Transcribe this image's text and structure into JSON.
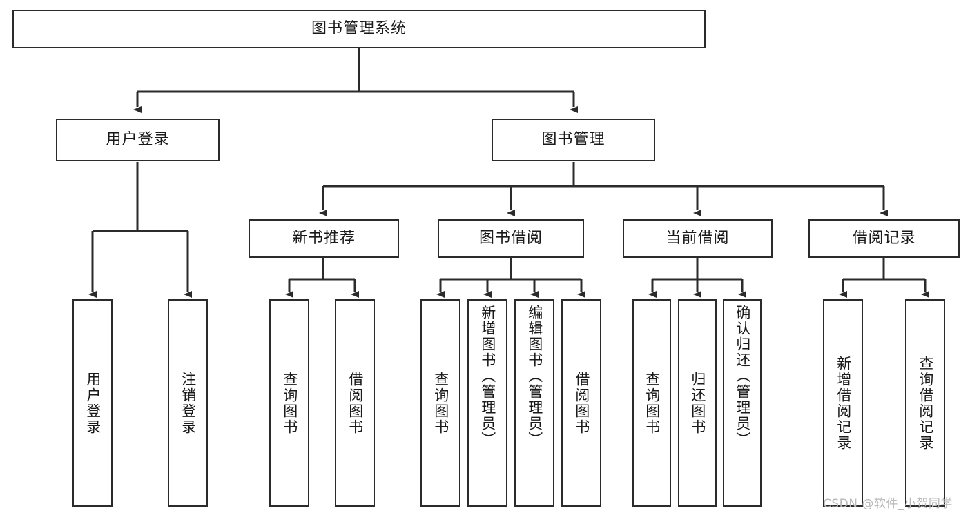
{
  "diagram": {
    "title": "图书管理系统",
    "type": "tree-hierarchy-chart",
    "background": "#ffffff",
    "line_color": "#2b2b2b",
    "text_color": "#1a1a1a"
  },
  "nodes": {
    "root": {
      "label": "图书管理系统"
    },
    "level1": [
      {
        "id": "user-login",
        "label": "用户登录"
      },
      {
        "id": "book-manage",
        "label": "图书管理"
      }
    ],
    "level2": [
      {
        "id": "new-book-recommend",
        "label": "新书推荐"
      },
      {
        "id": "book-borrow",
        "label": "图书借阅"
      },
      {
        "id": "current-borrow",
        "label": "当前借阅"
      },
      {
        "id": "borrow-record",
        "label": "借阅记录"
      }
    ],
    "leaves": {
      "user_login": [
        {
          "id": "leaf-user-login",
          "label": "用户登录"
        },
        {
          "id": "leaf-logout-login",
          "label": "注销登录"
        }
      ],
      "new_book_recommend": [
        {
          "id": "leaf-query-book-1",
          "label": "查询图书"
        },
        {
          "id": "leaf-borrow-book-1",
          "label": "借阅图书"
        }
      ],
      "book_borrow": [
        {
          "id": "leaf-query-book-2",
          "label": "查询图书"
        },
        {
          "id": "leaf-add-book",
          "label": "新增图书（管理员）"
        },
        {
          "id": "leaf-edit-book",
          "label": "编辑图书（管理员）"
        },
        {
          "id": "leaf-borrow-book-2",
          "label": "借阅图书"
        }
      ],
      "current_borrow": [
        {
          "id": "leaf-query-book-3",
          "label": "查询图书"
        },
        {
          "id": "leaf-return-book",
          "label": "归还图书"
        },
        {
          "id": "leaf-confirm-return",
          "label": "确认归还（管理员）"
        }
      ],
      "borrow_record": [
        {
          "id": "leaf-add-record",
          "label": "新增借阅记录"
        },
        {
          "id": "leaf-query-record",
          "label": "查询借阅记录"
        }
      ]
    }
  },
  "watermark": {
    "text": "CSDN @软件_小贺同学",
    "color": "#b9b9b9"
  }
}
